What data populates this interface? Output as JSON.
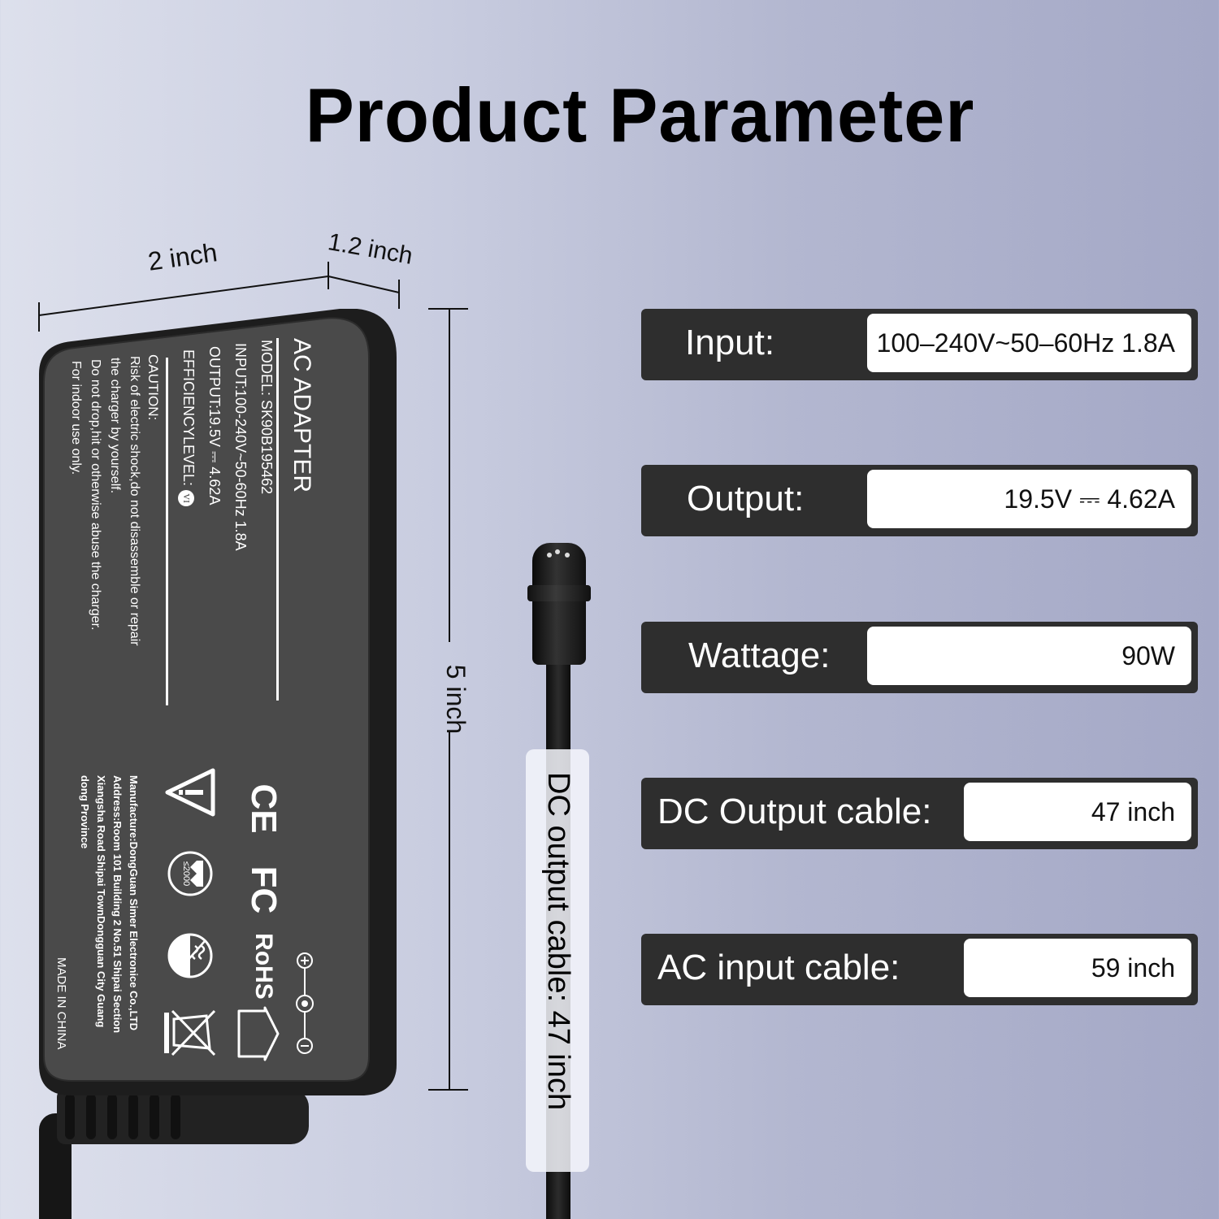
{
  "title": "Product Parameter",
  "dimensions": {
    "width": "2 inch",
    "depth": "1.2 inch",
    "length": "5 inch"
  },
  "adapter_label": {
    "heading": "AC ADAPTER",
    "model": "MODEL: SK90B195462",
    "input": "INPUT:100-240V~50-60Hz 1.8A",
    "output": "OUTPUT:19.5V ⎓ 4.62A",
    "efficiency": "EFFICIENCYLEVEL:",
    "efficiency_badge": "VI",
    "caution_heading": "CAUTION:",
    "caution_lines": [
      "Risk of electric shock,do not disassemble or repair",
      "the charger by yourself.",
      "Do not drop,hit or otherwise abuse the charger.",
      "For indoor use only."
    ],
    "manufacturer_lines": [
      "Manufacture:DongGuan Simer Electronice Co.,LTD",
      "Address:Room 101 Building 2 No.51 Shipai Section",
      "Xiangsha Road Shipai TownDongguan City Guang",
      "dong Province"
    ],
    "made_in": "MADE IN CHINA",
    "certifications": [
      "CE",
      "FC",
      "RoHS",
      "≤2000"
    ],
    "polarity": [
      "+",
      "−"
    ]
  },
  "cable_tag": "DC output cable: 47 inch",
  "specs": [
    {
      "key": "Input:",
      "value": "100–240V~50–60Hz 1.8A"
    },
    {
      "key": "Output:",
      "value": "19.5V ⎓ 4.62A"
    },
    {
      "key": "Wattage:",
      "value": "90W"
    },
    {
      "key": "DC Output cable:",
      "value": "47 inch"
    },
    {
      "key": "AC input cable:",
      "value": "59 inch"
    }
  ],
  "colors": {
    "spec_bar": "#2e2e2e",
    "spec_value_bg": "#ffffff",
    "adapter_body": "#474747",
    "background_left": "#dde0ec",
    "background_right": "#a4a8c6"
  }
}
